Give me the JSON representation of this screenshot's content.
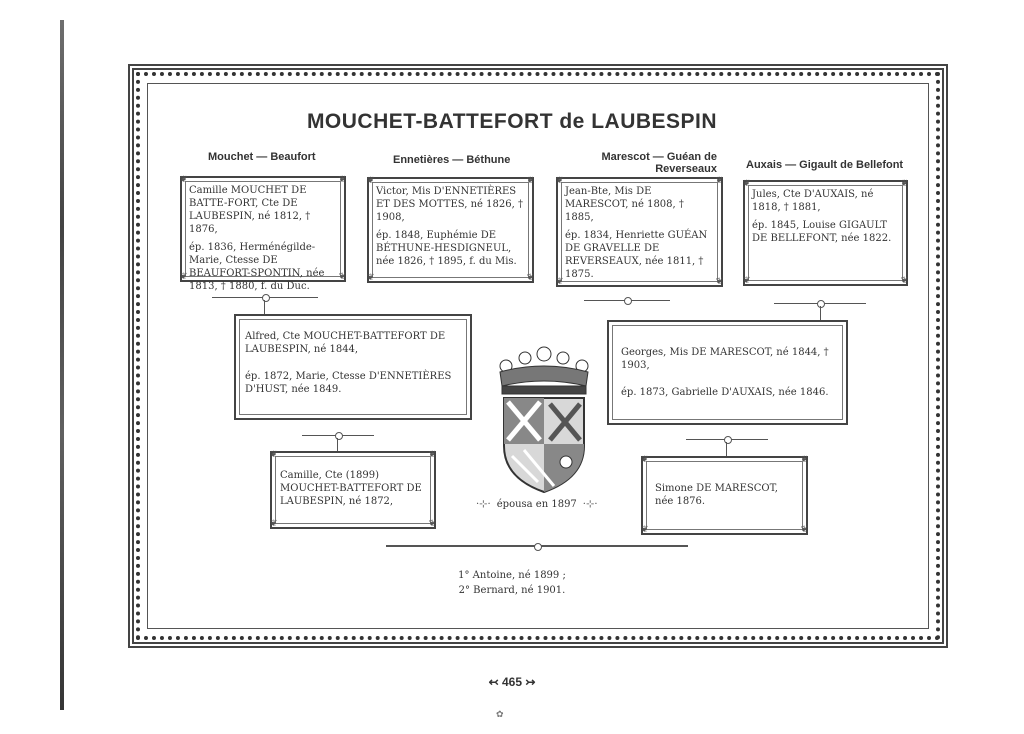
{
  "title": "MOUCHET-BATTEFORT de LAUBESPIN",
  "couples": [
    "Mouchet — Beaufort",
    "Ennetières — Béthune",
    "Marescot — Guéan de Reverseaux",
    "Auxais — Gigault de Bellefont"
  ],
  "grandparents": [
    {
      "a": "Camille MOUCHET DE BATTE-FORT, Cte DE LAUBESPIN, né 1812, † 1876,",
      "b": "ép. 1836, Herménégilde-Marie, Ctesse DE BEAUFORT-SPONTIN, née 1813, † 1880, f. du Duc."
    },
    {
      "a": "Victor, Mis D'ENNETIÈRES ET DES MOTTES, né 1826, † 1908,",
      "b": "ép. 1848, Euphémie DE BÉTHUNE-HESDIGNEUL, née 1826, † 1895, f. du Mis."
    },
    {
      "a": "Jean-Bte, Mis DE MARESCOT, né 1808, † 1885,",
      "b": "ép. 1834, Henriette GUÉAN DE GRAVELLE DE REVERSEAUX, née 1811, † 1875."
    },
    {
      "a": "Jules, Cte D'AUXAIS, né 1818, † 1881,",
      "b": "ép. 1845, Louise GIGAULT DE BELLEFONT, née 1822."
    }
  ],
  "parents": [
    {
      "a": "Alfred, Cte MOUCHET-BATTEFORT DE LAUBESPIN, né 1844,",
      "b": "ép. 1872, Marie, Ctesse D'ENNETIÈRES D'HUST, née 1849."
    },
    {
      "a": "Georges, Mis DE MARESCOT, né 1844, † 1903,",
      "b": "ép. 1873, Gabrielle D'AUXAIS, née 1846."
    }
  ],
  "spouses": [
    {
      "a": "Camille, Cte (1899) MOUCHET-BATTEFORT DE LAUBESPIN, né 1872,"
    },
    {
      "a": "Simone DE MARESCOT, née 1876."
    }
  ],
  "epousa": "épousa en 1897",
  "children": [
    "1° Antoine, né 1899 ;",
    "2° Bernard, né 1901."
  ],
  "page_number": "465",
  "icons": {
    "crest": "coat-of-arms-icon",
    "ornament": "fleuron-icon"
  }
}
